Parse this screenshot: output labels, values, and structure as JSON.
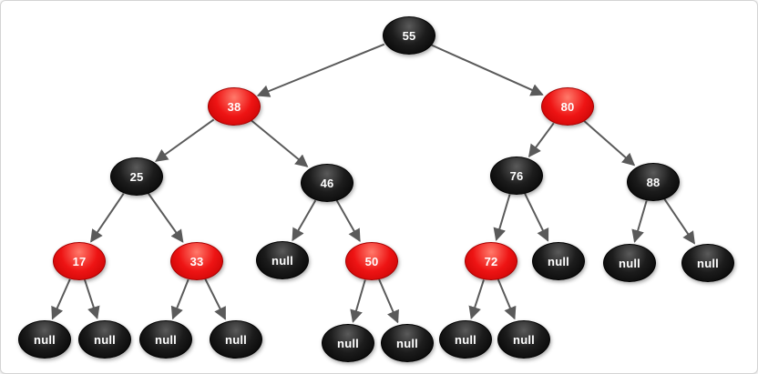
{
  "diagram": {
    "kind": "red-black-tree",
    "colors": {
      "node_black": "#0d0d0d",
      "node_red": "#ee1414",
      "edge": "#5a5a5a",
      "text": "#ffffff"
    },
    "nodes": [
      {
        "id": "n55",
        "label": "55",
        "color": "black"
      },
      {
        "id": "n38",
        "label": "38",
        "color": "red"
      },
      {
        "id": "n80",
        "label": "80",
        "color": "red"
      },
      {
        "id": "n25",
        "label": "25",
        "color": "black"
      },
      {
        "id": "n46",
        "label": "46",
        "color": "black"
      },
      {
        "id": "n76",
        "label": "76",
        "color": "black"
      },
      {
        "id": "n88",
        "label": "88",
        "color": "black"
      },
      {
        "id": "n17",
        "label": "17",
        "color": "red"
      },
      {
        "id": "n33",
        "label": "33",
        "color": "red"
      },
      {
        "id": "n46L",
        "label": "null",
        "color": "black"
      },
      {
        "id": "n50",
        "label": "50",
        "color": "red"
      },
      {
        "id": "n72",
        "label": "72",
        "color": "red"
      },
      {
        "id": "n76R",
        "label": "null",
        "color": "black"
      },
      {
        "id": "n88L",
        "label": "null",
        "color": "black"
      },
      {
        "id": "n88R",
        "label": "null",
        "color": "black"
      },
      {
        "id": "n17L",
        "label": "null",
        "color": "black"
      },
      {
        "id": "n17R",
        "label": "null",
        "color": "black"
      },
      {
        "id": "n33L",
        "label": "null",
        "color": "black"
      },
      {
        "id": "n33R",
        "label": "null",
        "color": "black"
      },
      {
        "id": "n50L",
        "label": "null",
        "color": "black"
      },
      {
        "id": "n50R",
        "label": "null",
        "color": "black"
      },
      {
        "id": "n72L",
        "label": "null",
        "color": "black"
      },
      {
        "id": "n72R",
        "label": "null",
        "color": "black"
      }
    ],
    "edges": [
      {
        "from": "n55",
        "to": "n38"
      },
      {
        "from": "n55",
        "to": "n80"
      },
      {
        "from": "n38",
        "to": "n25"
      },
      {
        "from": "n38",
        "to": "n46"
      },
      {
        "from": "n80",
        "to": "n76"
      },
      {
        "from": "n80",
        "to": "n88"
      },
      {
        "from": "n25",
        "to": "n17"
      },
      {
        "from": "n25",
        "to": "n33"
      },
      {
        "from": "n46",
        "to": "n46L"
      },
      {
        "from": "n46",
        "to": "n50"
      },
      {
        "from": "n76",
        "to": "n72"
      },
      {
        "from": "n76",
        "to": "n76R"
      },
      {
        "from": "n88",
        "to": "n88L"
      },
      {
        "from": "n88",
        "to": "n88R"
      },
      {
        "from": "n17",
        "to": "n17L"
      },
      {
        "from": "n17",
        "to": "n17R"
      },
      {
        "from": "n33",
        "to": "n33L"
      },
      {
        "from": "n33",
        "to": "n33R"
      },
      {
        "from": "n50",
        "to": "n50L"
      },
      {
        "from": "n50",
        "to": "n50R"
      },
      {
        "from": "n72",
        "to": "n72L"
      },
      {
        "from": "n72",
        "to": "n72R"
      }
    ]
  }
}
